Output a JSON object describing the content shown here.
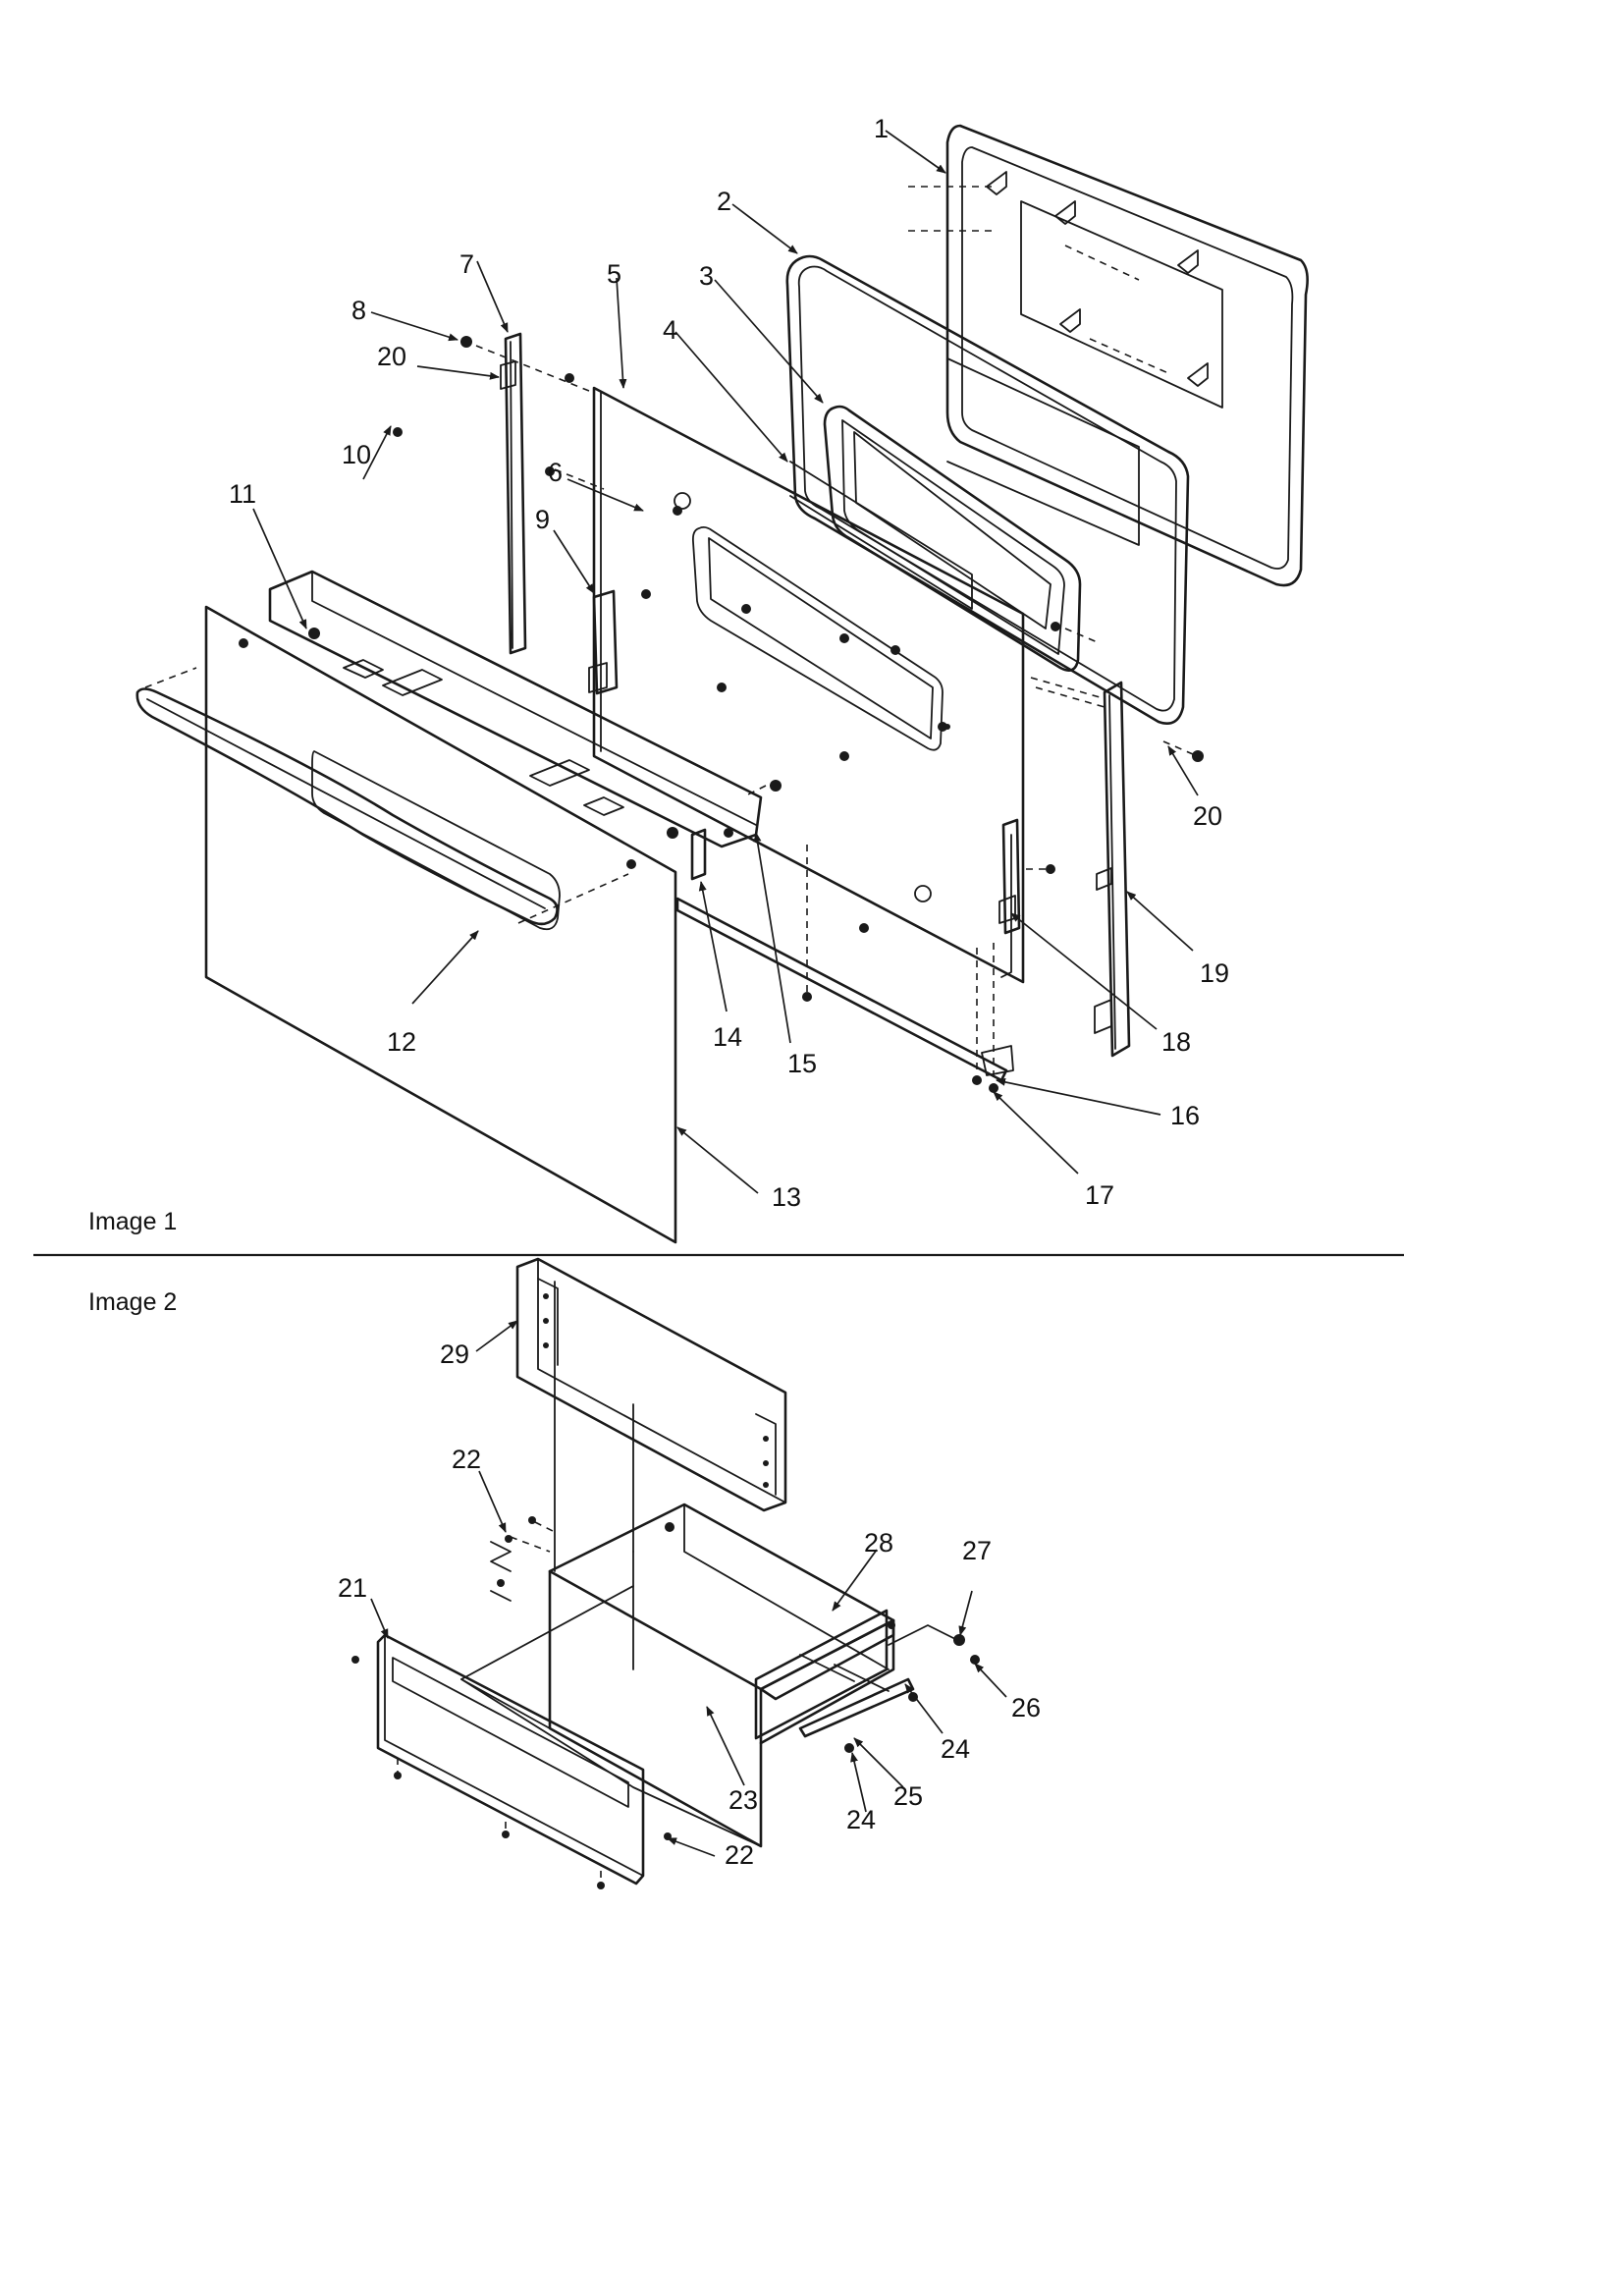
{
  "sections": [
    {
      "label": "Image 1"
    },
    {
      "label": "Image 2"
    }
  ],
  "image1_callouts": [
    "1",
    "2",
    "3",
    "4",
    "5",
    "6",
    "7",
    "8",
    "20",
    "9",
    "10",
    "11",
    "12",
    "13",
    "14",
    "15",
    "16",
    "17",
    "18",
    "19",
    "20"
  ],
  "image2_callouts": [
    "29",
    "22",
    "21",
    "22",
    "23",
    "24",
    "25",
    "24",
    "26",
    "27",
    "28"
  ]
}
